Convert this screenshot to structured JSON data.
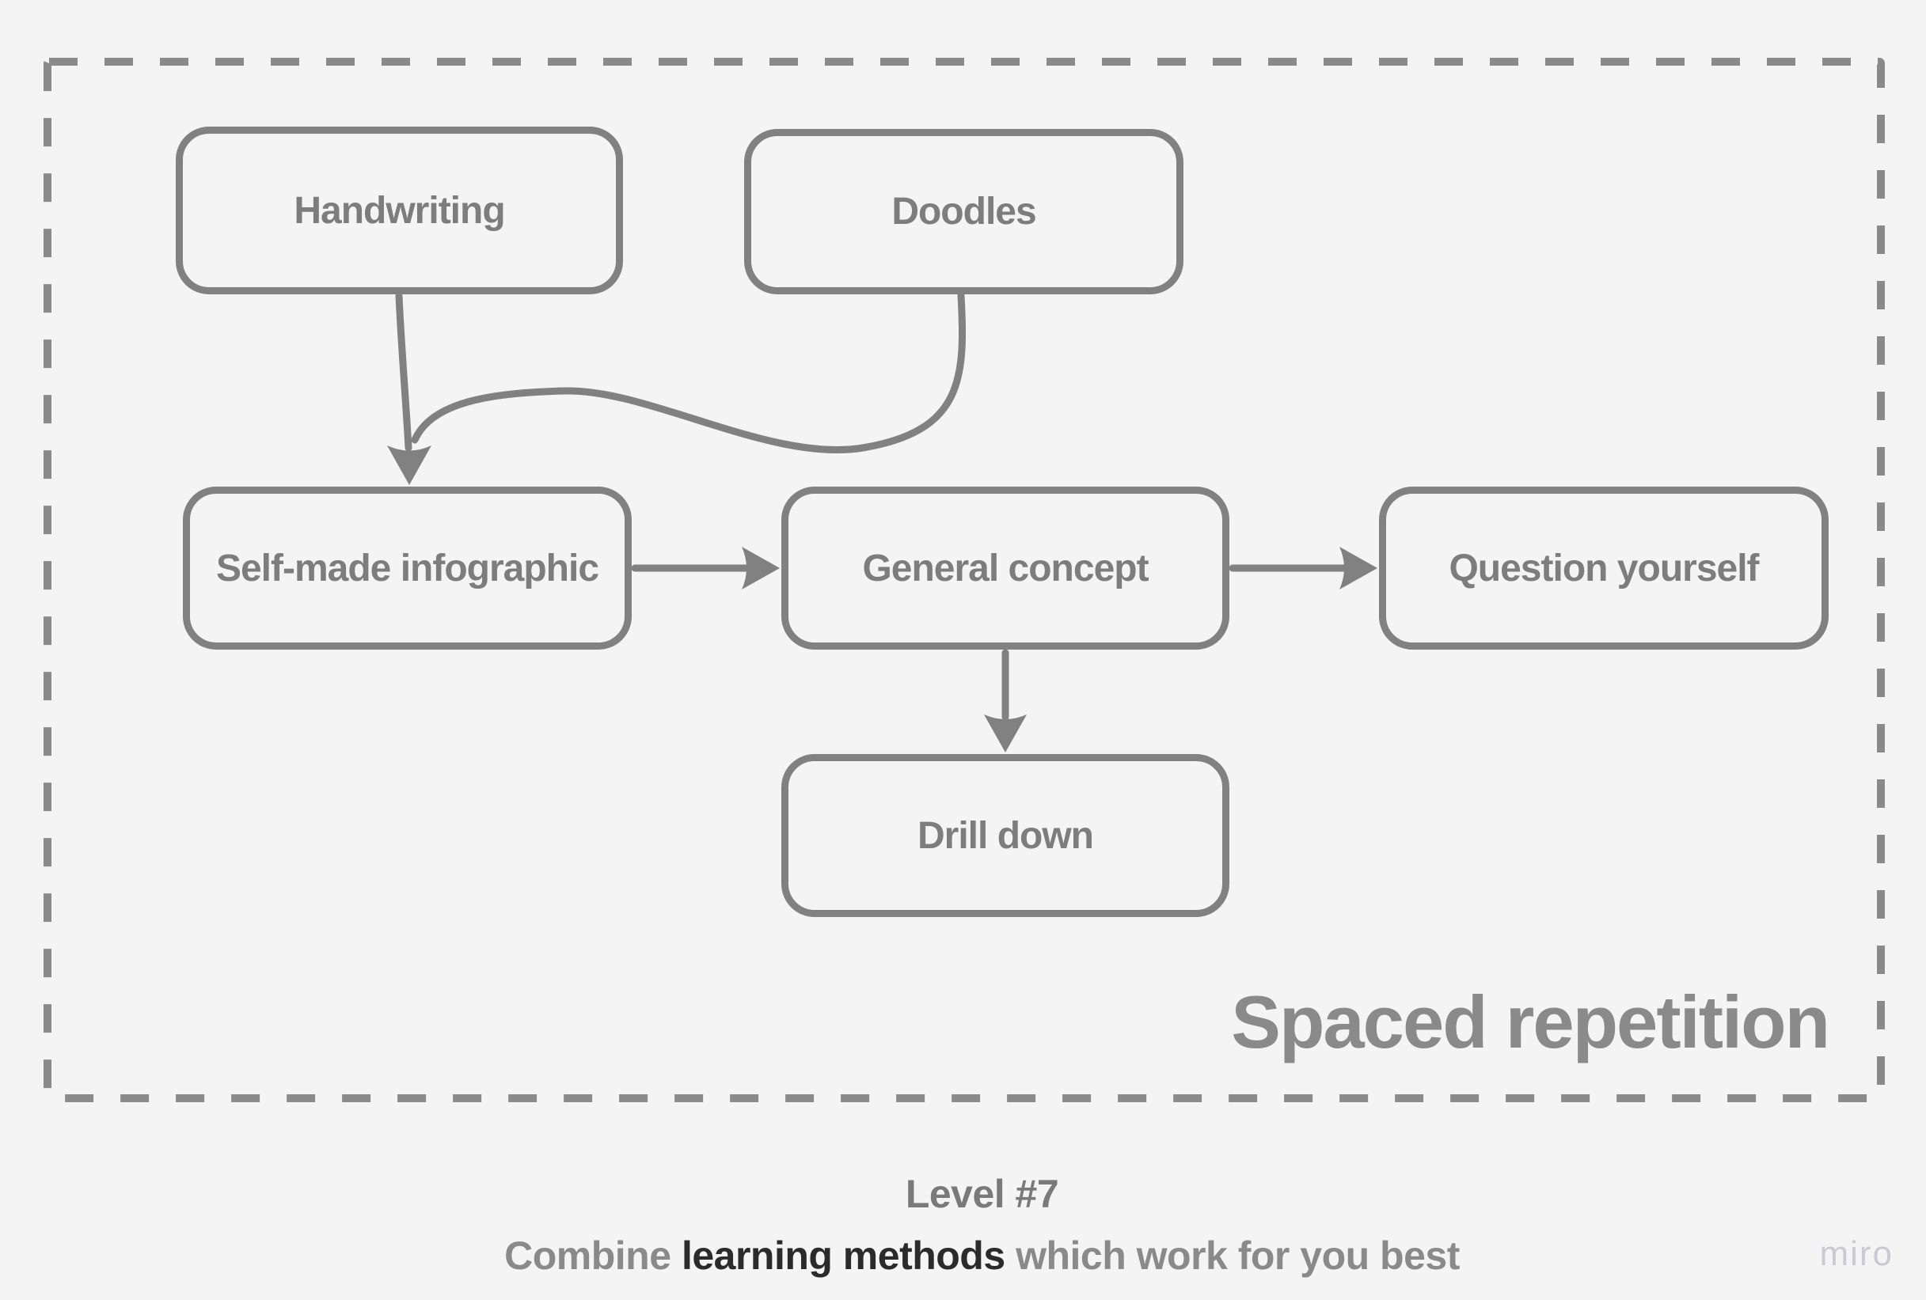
{
  "theme": {
    "bg": "#f5f4f5",
    "stroke": "#818181",
    "frame": "#8a8a8a",
    "node_text": "#7d7d7d",
    "title": "#8a8a8a",
    "caption": "#8a8a8a",
    "caption_dark": "#2b2b2b",
    "level": "#7a7a7a",
    "watermark": "#c9cad4"
  },
  "frame": {
    "title": "Spaced repetition"
  },
  "diagram": {
    "nodes": [
      {
        "id": "handwriting",
        "label": "Handwriting"
      },
      {
        "id": "doodles",
        "label": "Doodles"
      },
      {
        "id": "self-made-infographic",
        "label": "Self-made infographic"
      },
      {
        "id": "general-concept",
        "label": "General concept"
      },
      {
        "id": "question-yourself",
        "label": "Question yourself"
      },
      {
        "id": "drill-down",
        "label": "Drill down"
      }
    ],
    "edges": [
      {
        "from": "handwriting",
        "to": "self-made-infographic"
      },
      {
        "from": "doodles",
        "to": "self-made-infographic"
      },
      {
        "from": "self-made-infographic",
        "to": "general-concept"
      },
      {
        "from": "general-concept",
        "to": "question-yourself"
      },
      {
        "from": "general-concept",
        "to": "drill-down"
      }
    ]
  },
  "footer": {
    "level": "Level #7",
    "caption_prefix": "Combine ",
    "caption_bold": "learning methods",
    "caption_suffix": " which work for you best"
  },
  "watermark": "miro"
}
